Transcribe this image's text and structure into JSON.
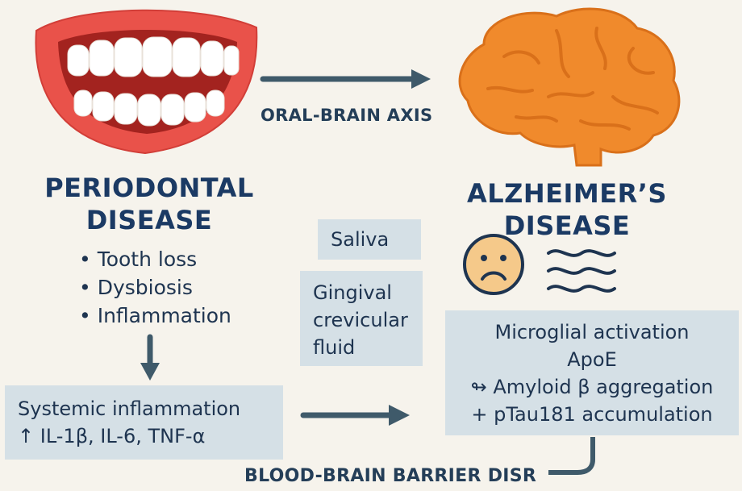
{
  "left": {
    "title_line1": "PERIODONTAL",
    "title_line2": "DISEASE",
    "bullets": [
      "• Tooth loss",
      "• Dysbiosis",
      "• Inflammation"
    ]
  },
  "right": {
    "title_line1": "ALZHEIMER’S",
    "title_line2": "DISEASE"
  },
  "axis_label": "ORAL-BRAIN AXIS",
  "saliva": "Saliva",
  "gcf": [
    "Gingival",
    "crevicular",
    "fluid"
  ],
  "systemic": {
    "line1": "Systemic inflammation",
    "line2": "↑ IL-1β, IL-6, TNF-α"
  },
  "alz_box": [
    "Microglial activation",
    "ApoE",
    "↬ Amyloid β aggregation",
    "+ pTau181 accumulation"
  ],
  "bbb_label": "BLOOD-BRAIN BARRIER DISR",
  "icons": [
    "mouth-teeth-icon",
    "brain-icon",
    "sad-face-icon",
    "wavy-lines-icon"
  ],
  "colors": {
    "background": "#f6f3ec",
    "title": "#1b3a64",
    "box": "#d5e0e6",
    "arrow": "#3f5a6a",
    "brain": "#f08a2c",
    "lips": "#e9524a",
    "face": "#f5c98a"
  }
}
